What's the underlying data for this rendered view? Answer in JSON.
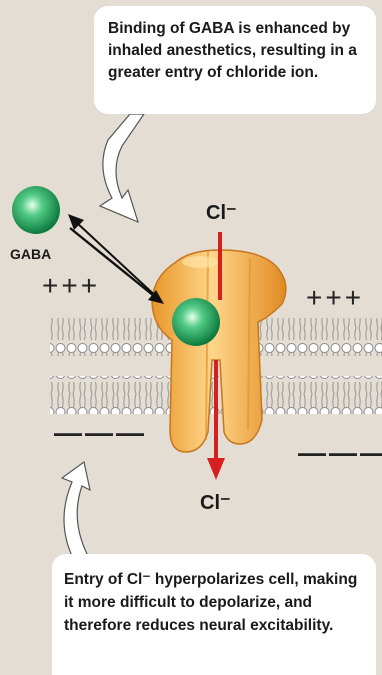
{
  "callouts": {
    "top": "Binding of GABA is enhanced by inhaled anesthetics, resulting in a greater entry of chloride ion.",
    "bottom": "Entry of Cl⁻ hyperpolarizes cell, making it more difficult to depolarize, and therefore reduces neural excitability."
  },
  "labels": {
    "gaba": "GABA",
    "chloride_top": "Cl⁻",
    "chloride_bottom": "Cl⁻",
    "charge_plus_left": "+++",
    "charge_plus_right": "+++",
    "charge_minus_left": "———",
    "charge_minus_right": "———"
  },
  "colors": {
    "background": "#e4ddd3",
    "channel": "#f5b14a",
    "gaba": "#2fb86a",
    "arrow_red": "#d62020",
    "callout": "#ffffff"
  }
}
